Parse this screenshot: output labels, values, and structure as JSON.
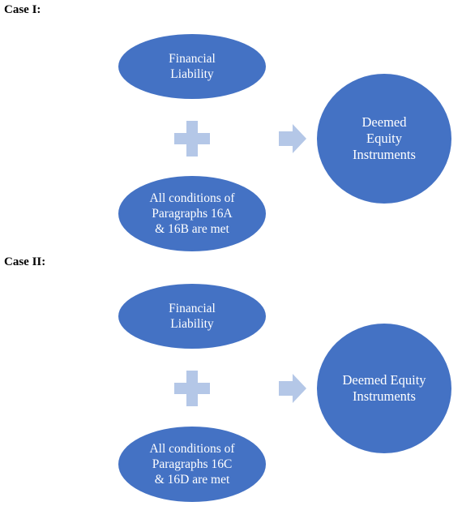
{
  "case1": {
    "label": "Case I:",
    "top_node": "Financial\nLiability",
    "bottom_node": "All conditions of\nParagraphs 16A\n& 16B are met",
    "result_node": "Deemed\nEquity\nInstruments"
  },
  "case2": {
    "label": "Case II:",
    "top_node": "Financial\nLiability",
    "bottom_node": "All conditions of\nParagraphs 16C\n& 16D are met",
    "result_node": "Deemed Equity\nInstruments"
  },
  "colors": {
    "node_fill": "#4472c4",
    "connector_fill": "#b4c7e7",
    "node_text": "#ffffff"
  },
  "icons": {
    "plus": "plus-icon",
    "arrow": "arrow-right-icon"
  }
}
